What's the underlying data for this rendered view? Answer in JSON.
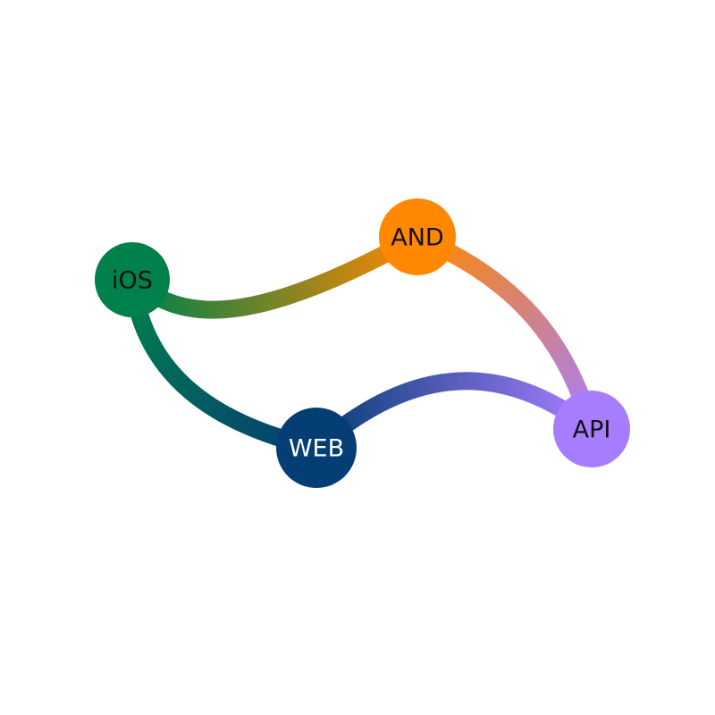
{
  "diagram": {
    "nodes": [
      {
        "id": "ios",
        "label": "iOS",
        "color": "#00804a",
        "text_color": "#111111"
      },
      {
        "id": "and",
        "label": "AND",
        "color": "#ff8800",
        "text_color": "#111111"
      },
      {
        "id": "api",
        "label": "API",
        "color": "#a77dff",
        "text_color": "#111111"
      },
      {
        "id": "web",
        "label": "WEB",
        "color": "#053d75",
        "text_color": "#ffffff"
      }
    ],
    "edges": [
      {
        "from": "ios",
        "to": "and"
      },
      {
        "from": "and",
        "to": "api"
      },
      {
        "from": "api",
        "to": "web"
      },
      {
        "from": "web",
        "to": "ios"
      }
    ]
  }
}
